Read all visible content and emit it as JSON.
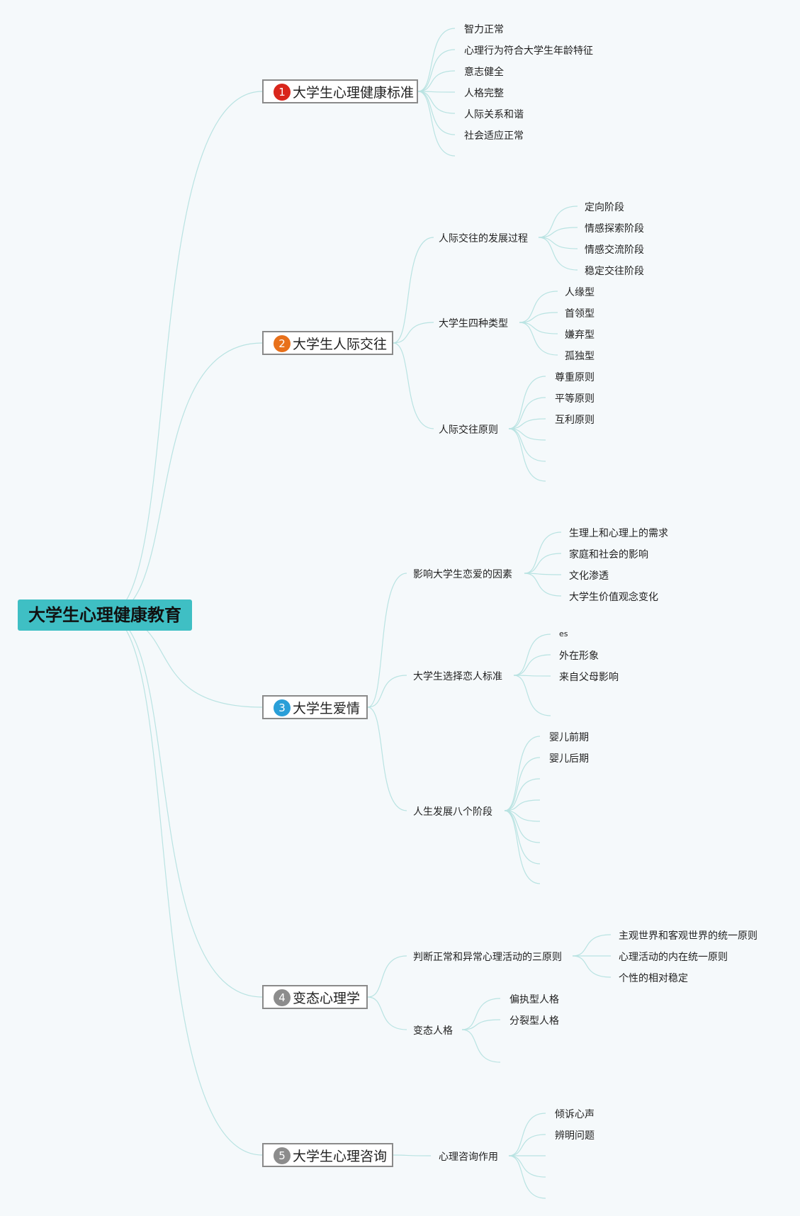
{
  "root": "大学生心理健康教育",
  "colors": {
    "edge": "#b9e3e2",
    "root_bg": "#3fbfc4",
    "box_border": "#8a8a8a"
  },
  "branches": [
    {
      "num": "1",
      "badge_color": "#d9261c",
      "label": "大学生心理健康标准",
      "leaves": [
        "智力正常",
        "心理行为符合大学生年龄特征",
        "意志健全",
        "人格完整",
        "人际关系和谐",
        "社会适应正常"
      ]
    },
    {
      "num": "2",
      "badge_color": "#e8701a",
      "label": "大学生人际交往",
      "subs": [
        {
          "label": "人际交往的发展过程",
          "leaves": [
            "定向阶段",
            "情感探索阶段",
            "情感交流阶段",
            "稳定交往阶段"
          ]
        },
        {
          "label": "大学生四种类型",
          "leaves": [
            "人缘型",
            "首领型",
            "嫌弃型",
            "孤独型"
          ]
        },
        {
          "label": "人际交往原则",
          "leaves": [
            "尊重原则",
            "平等原则",
            "互利原则",
            "",
            "",
            ""
          ]
        }
      ]
    },
    {
      "num": "3",
      "badge_color": "#2a9fd8",
      "label": "大学生爱情",
      "subs": [
        {
          "label": "影响大学生恋爱的因素",
          "leaves": [
            "生理上和心理上的需求",
            "家庭和社会的影响",
            "文化渗透",
            "大学生价值观念变化"
          ]
        },
        {
          "label": "大学生选择恋人标准",
          "leaves": [
            "es",
            "外在形象",
            "来自父母影响",
            ""
          ]
        },
        {
          "label": "人生发展八个阶段",
          "leaves": [
            "婴儿前期",
            "婴儿后期",
            "",
            "",
            "",
            "",
            "",
            ""
          ]
        }
      ]
    },
    {
      "num": "4",
      "badge_color": "#8c8c8c",
      "label": "变态心理学",
      "subs": [
        {
          "label": "判断正常和异常心理活动的三原则",
          "leaves": [
            "主观世界和客观世界的统一原则",
            "心理活动的内在统一原则",
            "个性的相对稳定"
          ]
        },
        {
          "label": "变态人格",
          "leaves": [
            "偏执型人格",
            "分裂型人格",
            ""
          ]
        }
      ]
    },
    {
      "num": "5",
      "badge_color": "#8c8c8c",
      "label": "大学生心理咨询",
      "subs": [
        {
          "label": "心理咨询作用",
          "leaves": [
            "倾诉心声",
            "辨明问题",
            "",
            "",
            ""
          ]
        }
      ]
    }
  ]
}
